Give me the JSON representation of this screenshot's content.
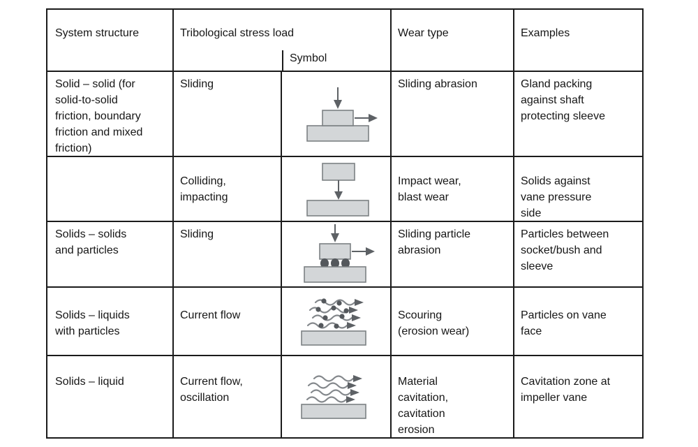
{
  "colors": {
    "background": "#ffffff",
    "table_border": "#1b1b1b",
    "text": "#161616",
    "symbol_fill": "#d3d6d8",
    "symbol_stroke": "#7c8084",
    "arrow": "#5d6165",
    "particle": "#54585c",
    "wave": "#84888c"
  },
  "table": {
    "header": {
      "system_structure": "System structure",
      "stress_load": "Tribological stress load",
      "symbol": "Symbol",
      "wear_type": "Wear type",
      "examples": "Examples"
    },
    "rows": [
      {
        "system_structure": "Solid – solid (for\nsolid-to-solid\nfriction, boundary\nfriction and mixed\nfriction)",
        "stress_load": "Sliding",
        "symbol_icon": "pressed-sliding-block-icon",
        "wear_type": "Sliding abrasion",
        "examples": "Gland packing\nagainst shaft\nprotecting sleeve"
      },
      {
        "system_structure": "",
        "stress_load": "Colliding,\nimpacting",
        "symbol_icon": "impacting-block-icon",
        "wear_type": "Impact wear,\nblast wear",
        "examples": "Solids against\nvane pressure\nside"
      },
      {
        "system_structure": "Solids – solids\nand particles",
        "stress_load": "Sliding",
        "symbol_icon": "sliding-block-on-particles-icon",
        "wear_type": "Sliding particle\nabrasion",
        "examples": "Particles between\nsocket/bush and\nsleeve"
      },
      {
        "system_structure": "Solids – liquids\nwith particles",
        "stress_load": "Current flow",
        "symbol_icon": "particle-flow-over-surface-icon",
        "wear_type": "Scouring\n(erosion wear)",
        "examples": "Particles on vane\nface"
      },
      {
        "system_structure": "Solids – liquid",
        "stress_load": "Current flow,\noscillation",
        "symbol_icon": "wave-flow-over-surface-icon",
        "wear_type": "Material\ncavitation,\ncavitation\nerosion",
        "examples": "Cavitation zone at\nimpeller vane"
      }
    ]
  }
}
